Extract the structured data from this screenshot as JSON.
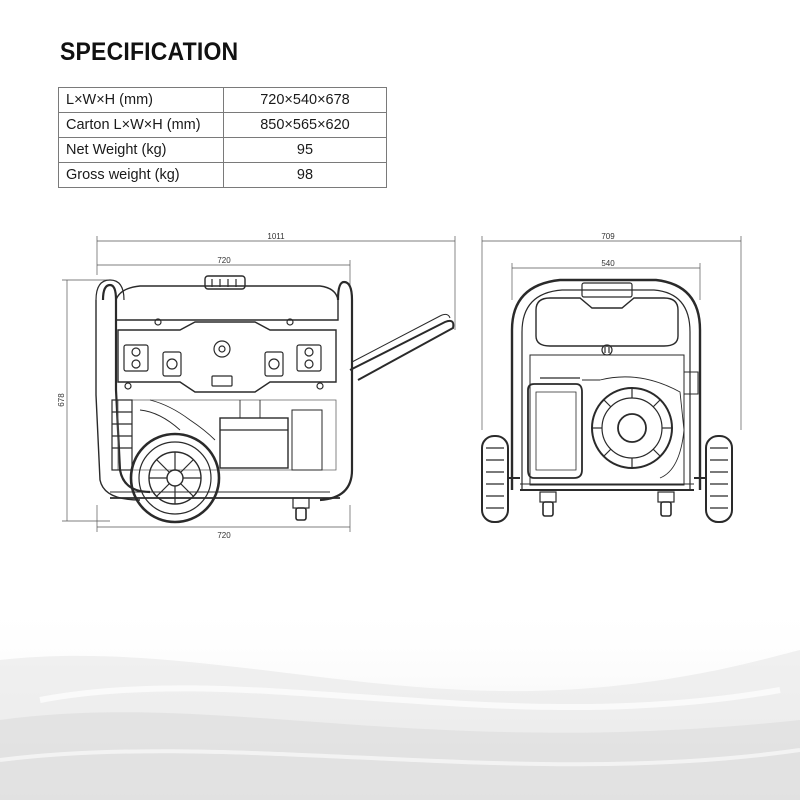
{
  "title": "SPECIFICATION",
  "specs": [
    {
      "label": "L×W×H (mm)",
      "value": "720×540×678"
    },
    {
      "label": "Carton L×W×H (mm)",
      "value": "850×565×620"
    },
    {
      "label": "Net Weight (kg)",
      "value": "95"
    },
    {
      "label": "Gross weight (kg)",
      "value": "98"
    }
  ],
  "side_view": {
    "overall_length": "1011",
    "body_length_top": "720",
    "height": "678",
    "body_length_bottom": "720"
  },
  "front_view": {
    "overall_width": "709",
    "body_width": "540"
  },
  "colors": {
    "line": "#2a2a2a",
    "text": "#1a1a1a",
    "border": "#7a7a7a"
  }
}
